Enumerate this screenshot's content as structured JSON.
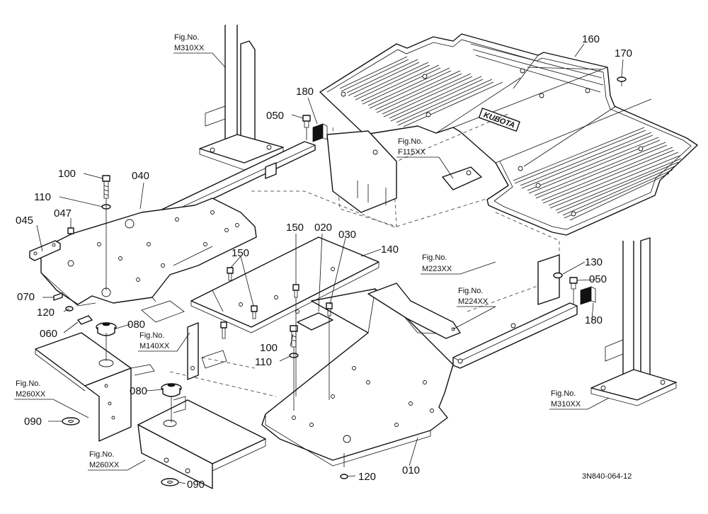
{
  "parts": {
    "p160": "160",
    "p170": "170",
    "p180a": "180",
    "p180b": "180",
    "p050a": "050",
    "p050b": "050",
    "p100a": "100",
    "p100b": "100",
    "p040": "040",
    "p110a": "110",
    "p110b": "110",
    "p045": "045",
    "p047": "047",
    "p150a": "150",
    "p150b": "150",
    "p020": "020",
    "p030": "030",
    "p140": "140",
    "p130": "130",
    "p070": "070",
    "p120a": "120",
    "p120b": "120",
    "p060": "060",
    "p080a": "080",
    "p080b": "080",
    "p090a": "090",
    "p090b": "090",
    "p010": "010"
  },
  "fig_refs": {
    "label": "Fig.No.",
    "m310_top": "M310XX",
    "f115": "F115XX",
    "m223": "M223XX",
    "m224": "M224XX",
    "m140": "M140XX",
    "m260_left": "M260XX",
    "m260_bottom": "M260XX",
    "m310_right": "M310XX"
  },
  "drawing_code": "3N840-064-12",
  "mat_logo": "KUBOTA"
}
